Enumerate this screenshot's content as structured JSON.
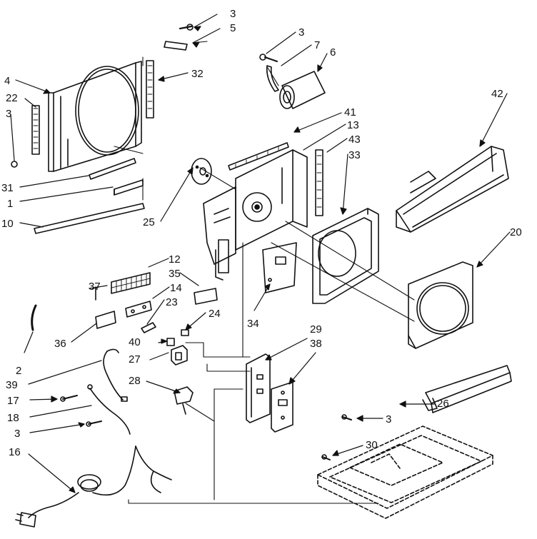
{
  "diagram": {
    "ink_color": "#111111",
    "background_color": "#ffffff",
    "callouts": [
      {
        "id": "c3a",
        "label": "3"
      },
      {
        "id": "c5",
        "label": "5"
      },
      {
        "id": "c4",
        "label": "4"
      },
      {
        "id": "c22",
        "label": "22"
      },
      {
        "id": "c3b",
        "label": "3"
      },
      {
        "id": "c32",
        "label": "32"
      },
      {
        "id": "c31",
        "label": "31"
      },
      {
        "id": "c1",
        "label": "1"
      },
      {
        "id": "c10",
        "label": "10"
      },
      {
        "id": "c3c",
        "label": "3"
      },
      {
        "id": "c7",
        "label": "7"
      },
      {
        "id": "c6",
        "label": "6"
      },
      {
        "id": "c41",
        "label": "41"
      },
      {
        "id": "c13",
        "label": "13"
      },
      {
        "id": "c43",
        "label": "43"
      },
      {
        "id": "c33",
        "label": "33"
      },
      {
        "id": "c42",
        "label": "42"
      },
      {
        "id": "c25",
        "label": "25"
      },
      {
        "id": "c20",
        "label": "20"
      },
      {
        "id": "c12",
        "label": "12"
      },
      {
        "id": "c35",
        "label": "35"
      },
      {
        "id": "c37",
        "label": "37"
      },
      {
        "id": "c14",
        "label": "14"
      },
      {
        "id": "c23",
        "label": "23"
      },
      {
        "id": "c34",
        "label": "34"
      },
      {
        "id": "c24",
        "label": "24"
      },
      {
        "id": "c36",
        "label": "36"
      },
      {
        "id": "c40",
        "label": "40"
      },
      {
        "id": "c29",
        "label": "29"
      },
      {
        "id": "c38",
        "label": "38"
      },
      {
        "id": "c27",
        "label": "27"
      },
      {
        "id": "c2",
        "label": "2"
      },
      {
        "id": "c39",
        "label": "39"
      },
      {
        "id": "c28",
        "label": "28"
      },
      {
        "id": "c17",
        "label": "17"
      },
      {
        "id": "c26",
        "label": "26"
      },
      {
        "id": "c18",
        "label": "18"
      },
      {
        "id": "c3d",
        "label": "3"
      },
      {
        "id": "c3e",
        "label": "3"
      },
      {
        "id": "c30",
        "label": "30"
      },
      {
        "id": "c16",
        "label": "16"
      }
    ]
  }
}
